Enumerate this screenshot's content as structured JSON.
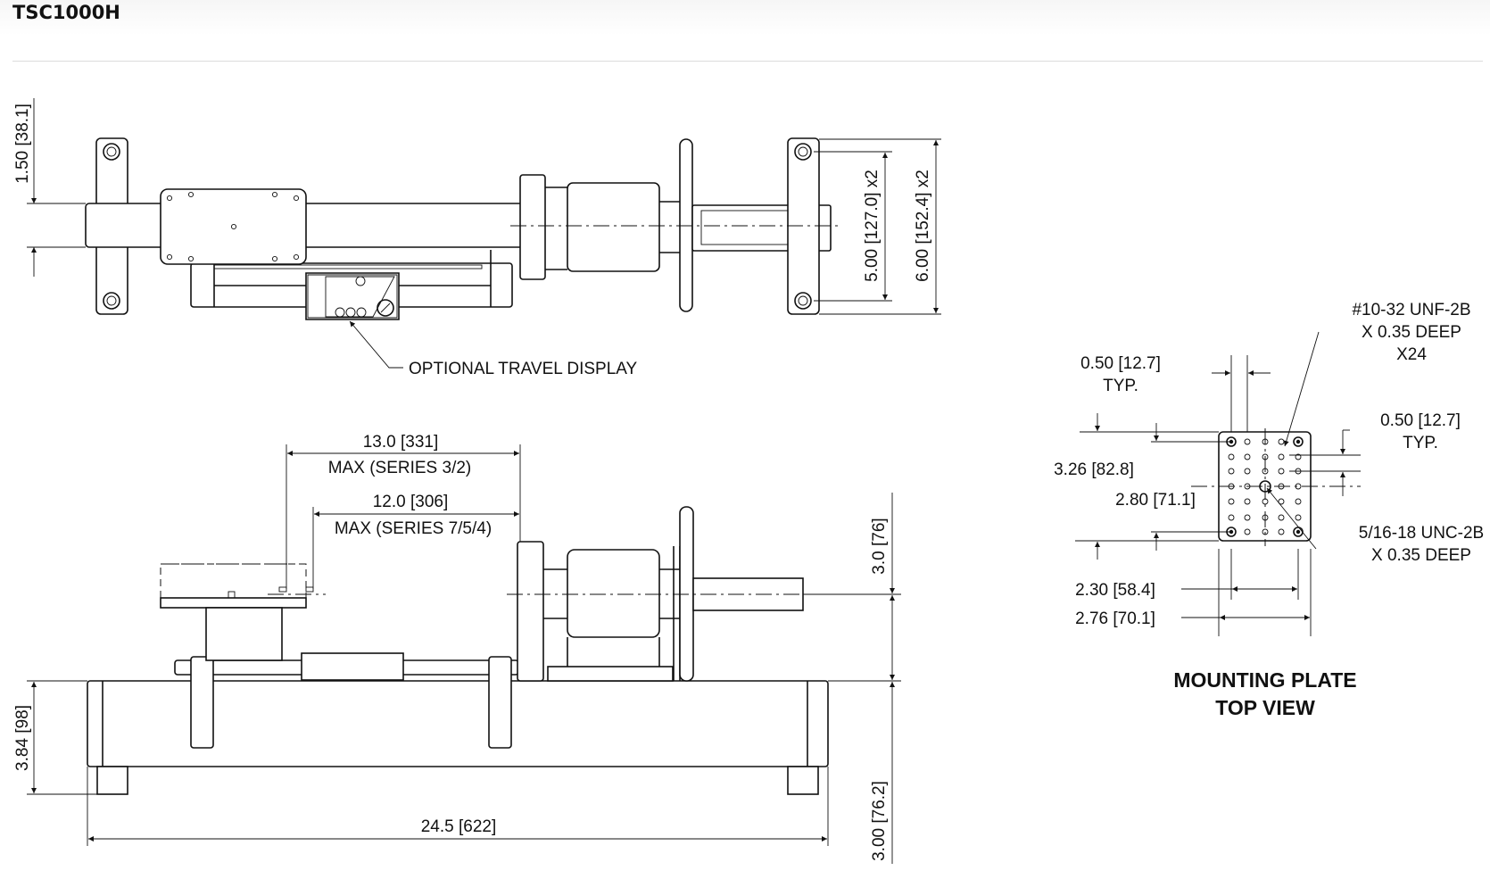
{
  "page": {
    "title": "TSC1000H"
  },
  "top_view": {
    "dim_height": "1.50 [38.1]",
    "dim_hole_spacing": "5.00 [127.0] x2",
    "dim_overall_height": "6.00 [152.4] x2",
    "callout_display": "OPTIONAL TRAVEL DISPLAY"
  },
  "side_view": {
    "dim_max_32_value": "13.0 [331]",
    "dim_max_32_note": "MAX (SERIES 3/2)",
    "dim_max_754_value": "12.0 [306]",
    "dim_max_754_note": "MAX (SERIES 7/5/4)",
    "dim_shaft_height": "3.0 [76]",
    "dim_base_height": "3.84 [98]",
    "dim_overall_length": "24.5 [622]",
    "dim_base_to_axis": "3.00 [76.2]"
  },
  "mounting_plate": {
    "callout_thread_line1": "#10-32 UNF-2B",
    "callout_thread_line2": "X 0.35 DEEP",
    "callout_thread_line3": "X24",
    "dim_spacing_top_line1": "0.50 [12.7]",
    "dim_spacing_top_line2": "TYP.",
    "dim_spacing_right_line1": "0.50 [12.7]",
    "dim_spacing_right_line2": "TYP.",
    "dim_plate_height": "3.26 [82.8]",
    "dim_hole_height": "2.80 [71.1]",
    "callout_center_line1": "5/16-18 UNC-2B",
    "callout_center_line2": "X 0.35 DEEP",
    "dim_hole_width": "2.30 [58.4]",
    "dim_plate_width": "2.76 [70.1]",
    "caption_line1": "MOUNTING PLATE",
    "caption_line2": "TOP VIEW"
  }
}
